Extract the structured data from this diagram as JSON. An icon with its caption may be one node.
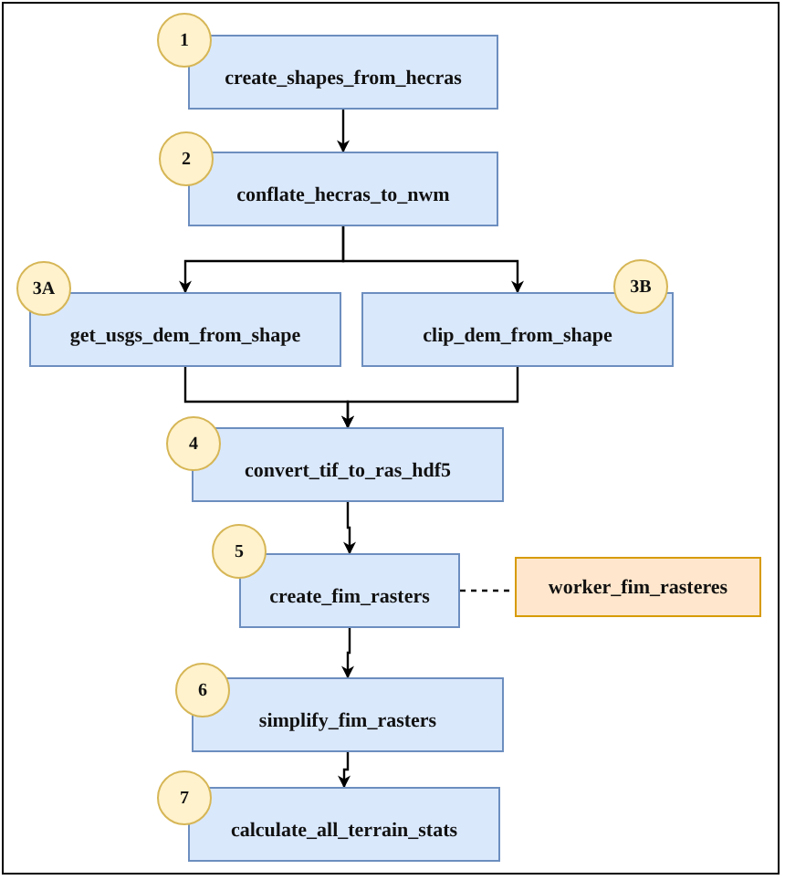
{
  "diagram": {
    "nodes": [
      {
        "text": [
          "1"
        ]
      },
      {
        "text": [
          "create_shapes_from_hecras"
        ]
      },
      {
        "text": [
          "2"
        ]
      },
      {
        "text": [
          "conflate_hecras_to_nwm"
        ]
      },
      {
        "text": [
          "3A"
        ]
      },
      {
        "text": [
          "get_usgs_dem_from_shape"
        ]
      },
      {
        "text": [
          "3B"
        ]
      },
      {
        "text": [
          "clip_dem_from_shape"
        ]
      },
      {
        "text": [
          "4"
        ]
      },
      {
        "text": [
          "convert_tif_to_ras_hdf5"
        ]
      },
      {
        "text": [
          "5"
        ]
      },
      {
        "text": [
          "create_fim_rasters"
        ]
      },
      {
        "text": [
          "worker_fim_rasteres"
        ]
      },
      {
        "text": [
          "6"
        ]
      },
      {
        "text": [
          "simplify_fim_rasters"
        ]
      },
      {
        "text": [
          "7"
        ]
      },
      {
        "text": [
          "calculate_all_terrain_stats"
        ]
      }
    ],
    "edges": [
      {
        "from": 1,
        "to": 3,
        "arrow": "to"
      },
      {
        "from": 3,
        "to": 5,
        "arrow": "to"
      },
      {
        "from": 3,
        "to": 7,
        "arrow": "to"
      },
      {
        "from": 5,
        "to": 9,
        "arrow": "to"
      },
      {
        "from": 7,
        "to": 9,
        "arrow": "to"
      },
      {
        "from": 9,
        "to": 11,
        "arrow": "to"
      },
      {
        "from": 11,
        "to": 12,
        "arrow": "none",
        "style": "dashed"
      },
      {
        "from": 11,
        "to": 14,
        "arrow": "to"
      },
      {
        "from": 14,
        "to": 16,
        "arrow": "to"
      }
    ]
  }
}
